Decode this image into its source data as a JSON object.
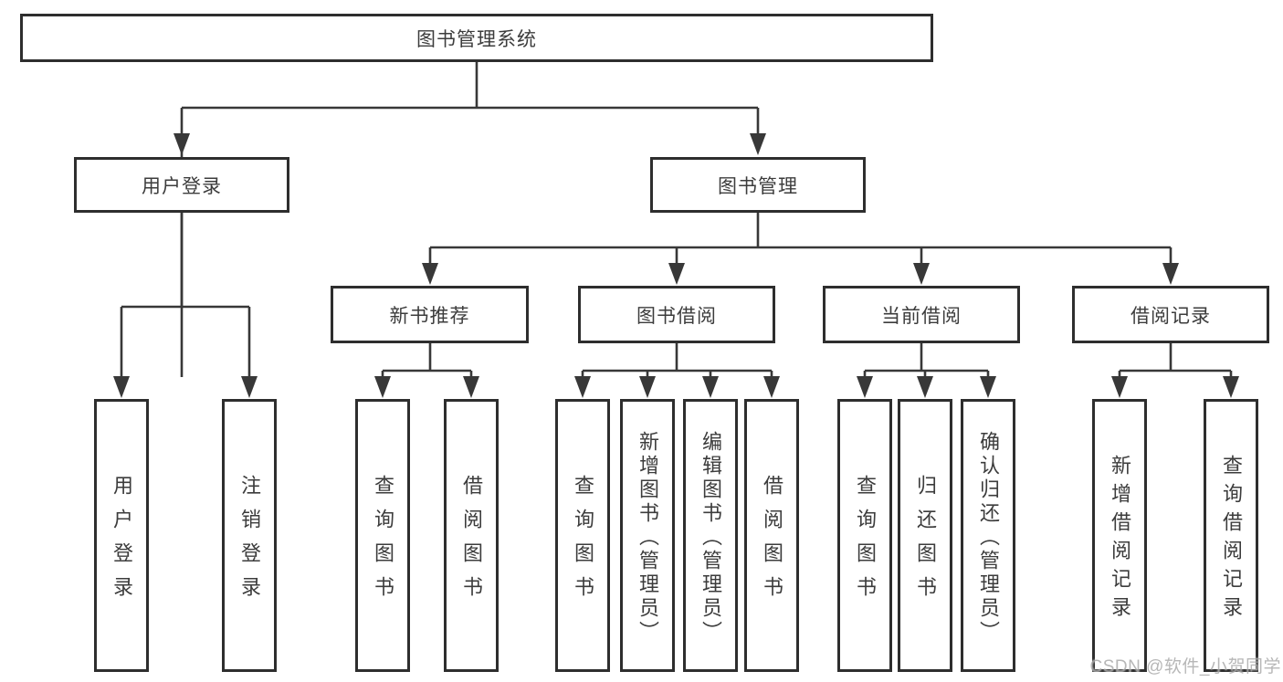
{
  "watermark": {
    "text": "CSDN @软件_小贺同学",
    "color": "#ababab"
  },
  "colors": {
    "background": "#ffffff",
    "line": "#383838",
    "box_border": "#2e2e2e",
    "text": "#3c3c3c"
  },
  "tree": {
    "root": {
      "label": "图书管理系统"
    },
    "branches": [
      {
        "label": "用户登录",
        "children": [
          {
            "label": "用户登录"
          },
          {
            "label": "注销登录"
          }
        ]
      },
      {
        "label": "图书管理",
        "groups": [
          {
            "label": "新书推荐",
            "children": [
              {
                "label": "查询图书"
              },
              {
                "label": "借阅图书"
              }
            ]
          },
          {
            "label": "图书借阅",
            "children": [
              {
                "label": "查询图书"
              },
              {
                "label": "新增图书（管理员）"
              },
              {
                "label": "编辑图书（管理员）"
              },
              {
                "label": "借阅图书"
              }
            ]
          },
          {
            "label": "当前借阅",
            "children": [
              {
                "label": "查询图书"
              },
              {
                "label": "归还图书"
              },
              {
                "label": "确认归还（管理员）"
              }
            ]
          },
          {
            "label": "借阅记录",
            "children": [
              {
                "label": "新增借阅记录"
              },
              {
                "label": "查询借阅记录"
              }
            ]
          }
        ]
      }
    ]
  }
}
